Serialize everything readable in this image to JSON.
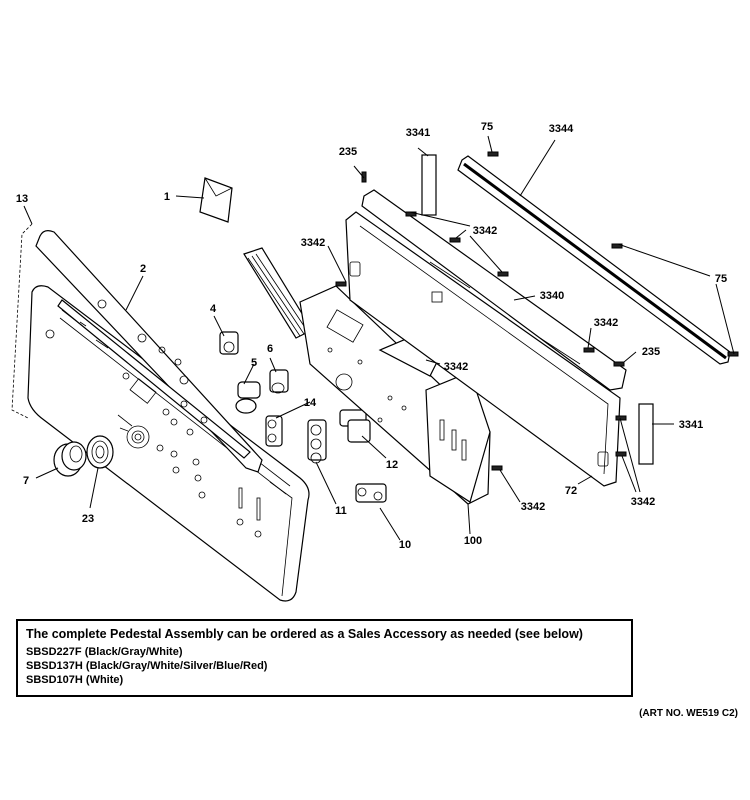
{
  "callouts": {
    "c1": "1",
    "c2": "2",
    "c4": "4",
    "c5": "5",
    "c6": "6",
    "c7": "7",
    "c10": "10",
    "c11": "11",
    "c12": "12",
    "c13": "13",
    "c14": "14",
    "c23": "23",
    "c72": "72",
    "c75a": "75",
    "c75b": "75",
    "c100": "100",
    "c235a": "235",
    "c235b": "235",
    "c3340": "3340",
    "c3341a": "3341",
    "c3341b": "3341",
    "c3342a": "3342",
    "c3342b": "3342",
    "c3342c": "3342",
    "c3342d": "3342",
    "c3342e": "3342",
    "c3342f": "3342",
    "c3344": "3344"
  },
  "note": {
    "heading": "The complete Pedestal Assembly can be ordered as a Sales Accessory as needed (see below)",
    "models": [
      "SBSD227F (Black/Gray/White)",
      "SBSD137H (Black/Gray/White/Silver/Blue/Red)",
      "SBSD107H (White)"
    ]
  },
  "art_number": "(ART NO. WE519 C2)"
}
